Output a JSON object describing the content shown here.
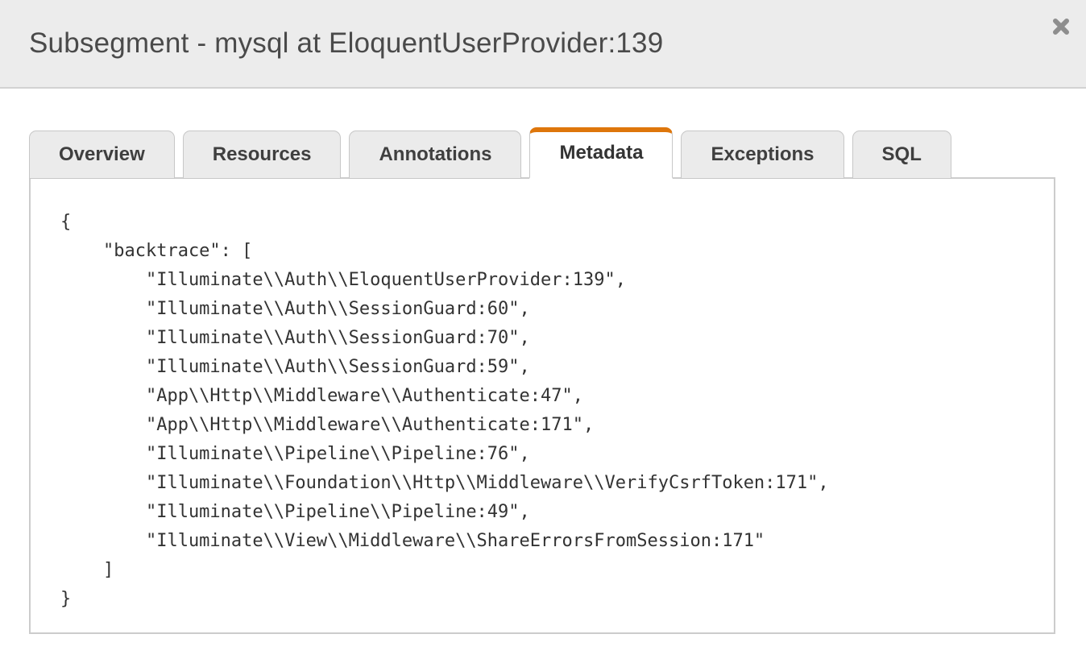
{
  "modal": {
    "title": "Subsegment - mysql at EloquentUserProvider:139",
    "close_icon": "close-x"
  },
  "tabs": [
    {
      "id": "overview",
      "label": "Overview",
      "active": false
    },
    {
      "id": "resources",
      "label": "Resources",
      "active": false
    },
    {
      "id": "annotations",
      "label": "Annotations",
      "active": false
    },
    {
      "id": "metadata",
      "label": "Metadata",
      "active": true
    },
    {
      "id": "exceptions",
      "label": "Exceptions",
      "active": false
    },
    {
      "id": "sql",
      "label": "SQL",
      "active": false
    }
  ],
  "metadata": {
    "key": "backtrace",
    "backtrace": [
      "Illuminate\\\\Auth\\\\EloquentUserProvider:139",
      "Illuminate\\\\Auth\\\\SessionGuard:60",
      "Illuminate\\\\Auth\\\\SessionGuard:70",
      "Illuminate\\\\Auth\\\\SessionGuard:59",
      "App\\\\Http\\\\Middleware\\\\Authenticate:47",
      "App\\\\Http\\\\Middleware\\\\Authenticate:171",
      "Illuminate\\\\Pipeline\\\\Pipeline:76",
      "Illuminate\\\\Foundation\\\\Http\\\\Middleware\\\\VerifyCsrfToken:171",
      "Illuminate\\\\Pipeline\\\\Pipeline:49",
      "Illuminate\\\\View\\\\Middleware\\\\ShareErrorsFromSession:171"
    ]
  },
  "colors": {
    "active_tab_accent": "#de760b",
    "header_bg": "#ececec",
    "panel_border": "#cccccc",
    "close_icon_gray": "#8e8e8e"
  }
}
